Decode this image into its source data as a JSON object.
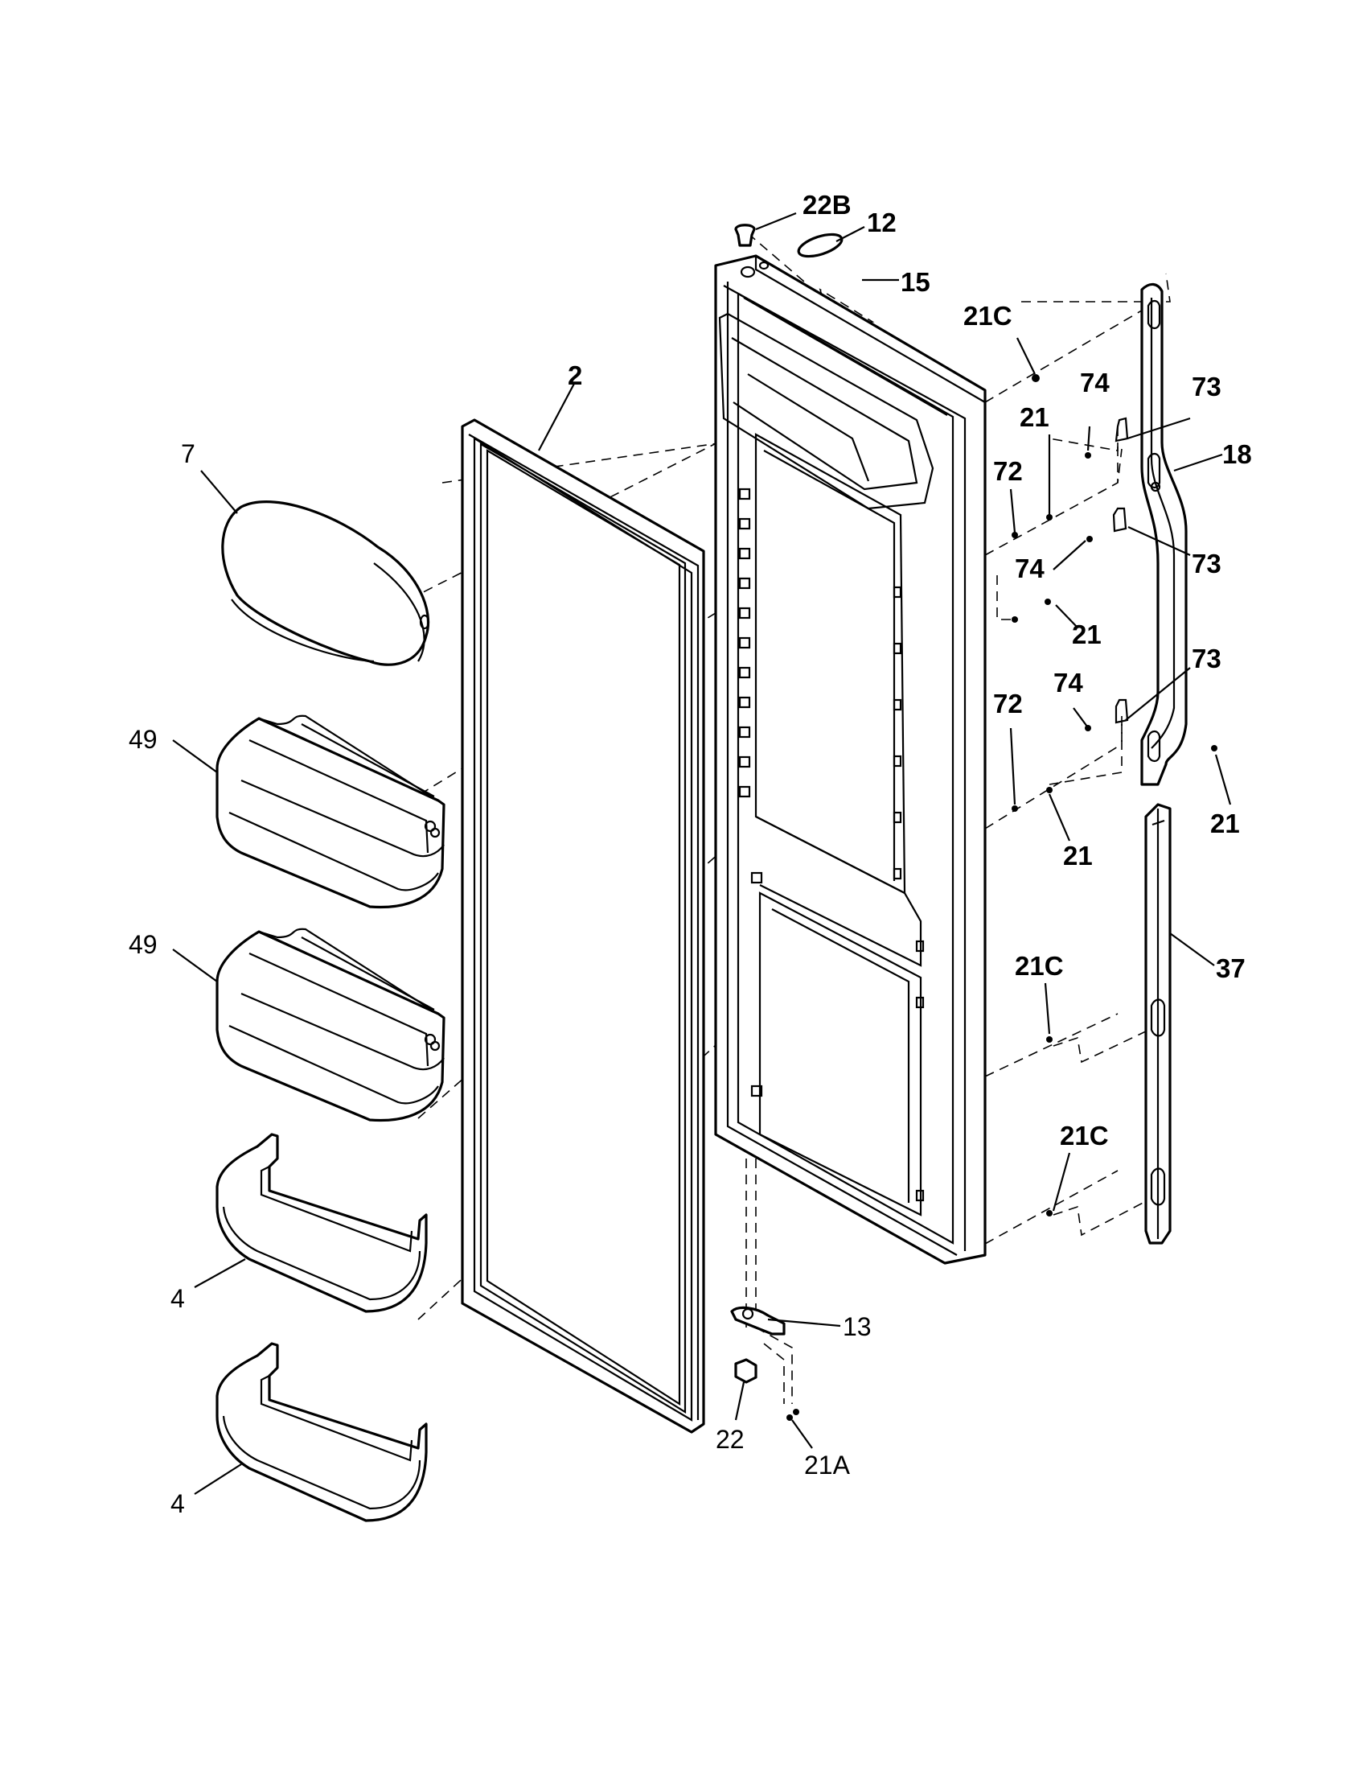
{
  "callouts": {
    "c_22b": "22B",
    "c_12": "12",
    "c_15": "15",
    "c_21c_top": "21C",
    "c_2": "2",
    "c_74_a": "74",
    "c_73_a": "73",
    "c_7": "7",
    "c_21_a": "21",
    "c_18": "18",
    "c_72_a": "72",
    "c_74_b": "74",
    "c_73_b": "73",
    "c_21_b": "21",
    "c_74_c": "74",
    "c_73_c": "73",
    "c_72_b": "72",
    "c_49_a": "49",
    "c_21_c": "21",
    "c_21_d": "21",
    "c_37": "37",
    "c_49_b": "49",
    "c_21c_mid": "21C",
    "c_21c_low": "21C",
    "c_4_a": "4",
    "c_13": "13",
    "c_22": "22",
    "c_21a": "21A",
    "c_4_b": "4"
  }
}
